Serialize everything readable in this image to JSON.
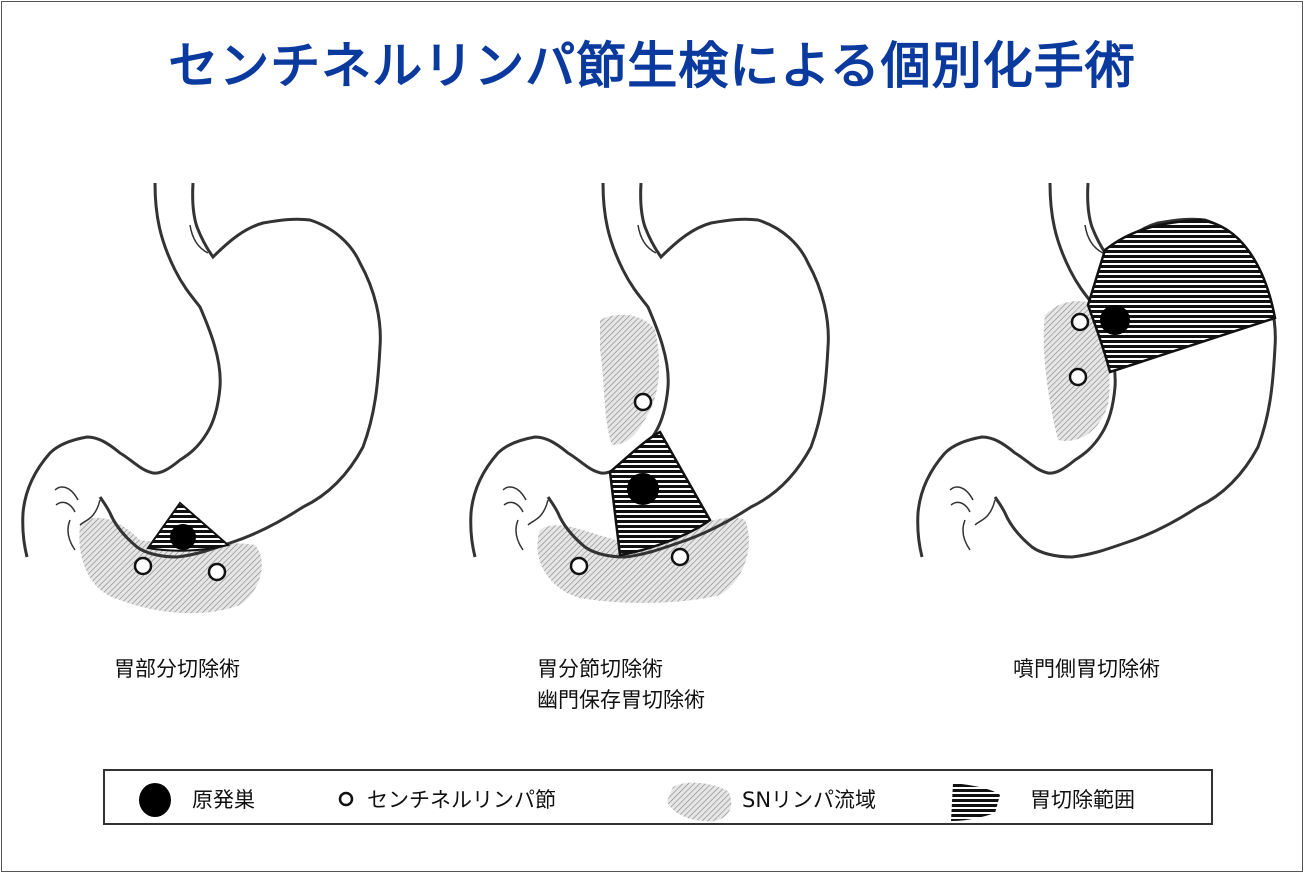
{
  "title": "センチネルリンパ節生検による個別化手術",
  "captions": {
    "partial": "胃部分切除術",
    "segmental": [
      "胃分節切除術",
      "幽門保存胃切除術"
    ],
    "proximal": "噴門側胃切除術"
  },
  "legend": {
    "primary_tumor": "原発巣",
    "sentinel_node": "センチネルリンパ節",
    "sn_basin": "SNリンパ流域",
    "resection_area": "胃切除範囲"
  }
}
